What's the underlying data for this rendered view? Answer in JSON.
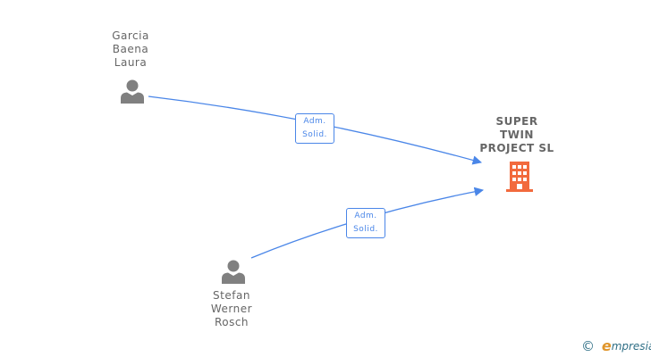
{
  "persons": [
    {
      "id": "garcia",
      "name_lines": [
        "Garcia",
        "Baena",
        "Laura"
      ]
    },
    {
      "id": "stefan",
      "name_lines": [
        "Stefan",
        "Werner",
        "Rosch"
      ]
    }
  ],
  "company": {
    "name_lines": [
      "SUPER",
      "TWIN",
      "PROJECT SL"
    ],
    "icon": "building-icon",
    "color": "#f26a3d"
  },
  "relations": [
    {
      "from": "garcia",
      "to": "company",
      "label_lines": [
        "Adm.",
        "Solid."
      ]
    },
    {
      "from": "stefan",
      "to": "company",
      "label_lines": [
        "Adm.",
        "Solid."
      ]
    }
  ],
  "colors": {
    "edge": "#4a86e8",
    "person_icon": "#808080",
    "text": "#666666"
  },
  "brand": {
    "copyright_symbol": "©",
    "logo_initial": "e",
    "logo_rest": "mpresia"
  }
}
